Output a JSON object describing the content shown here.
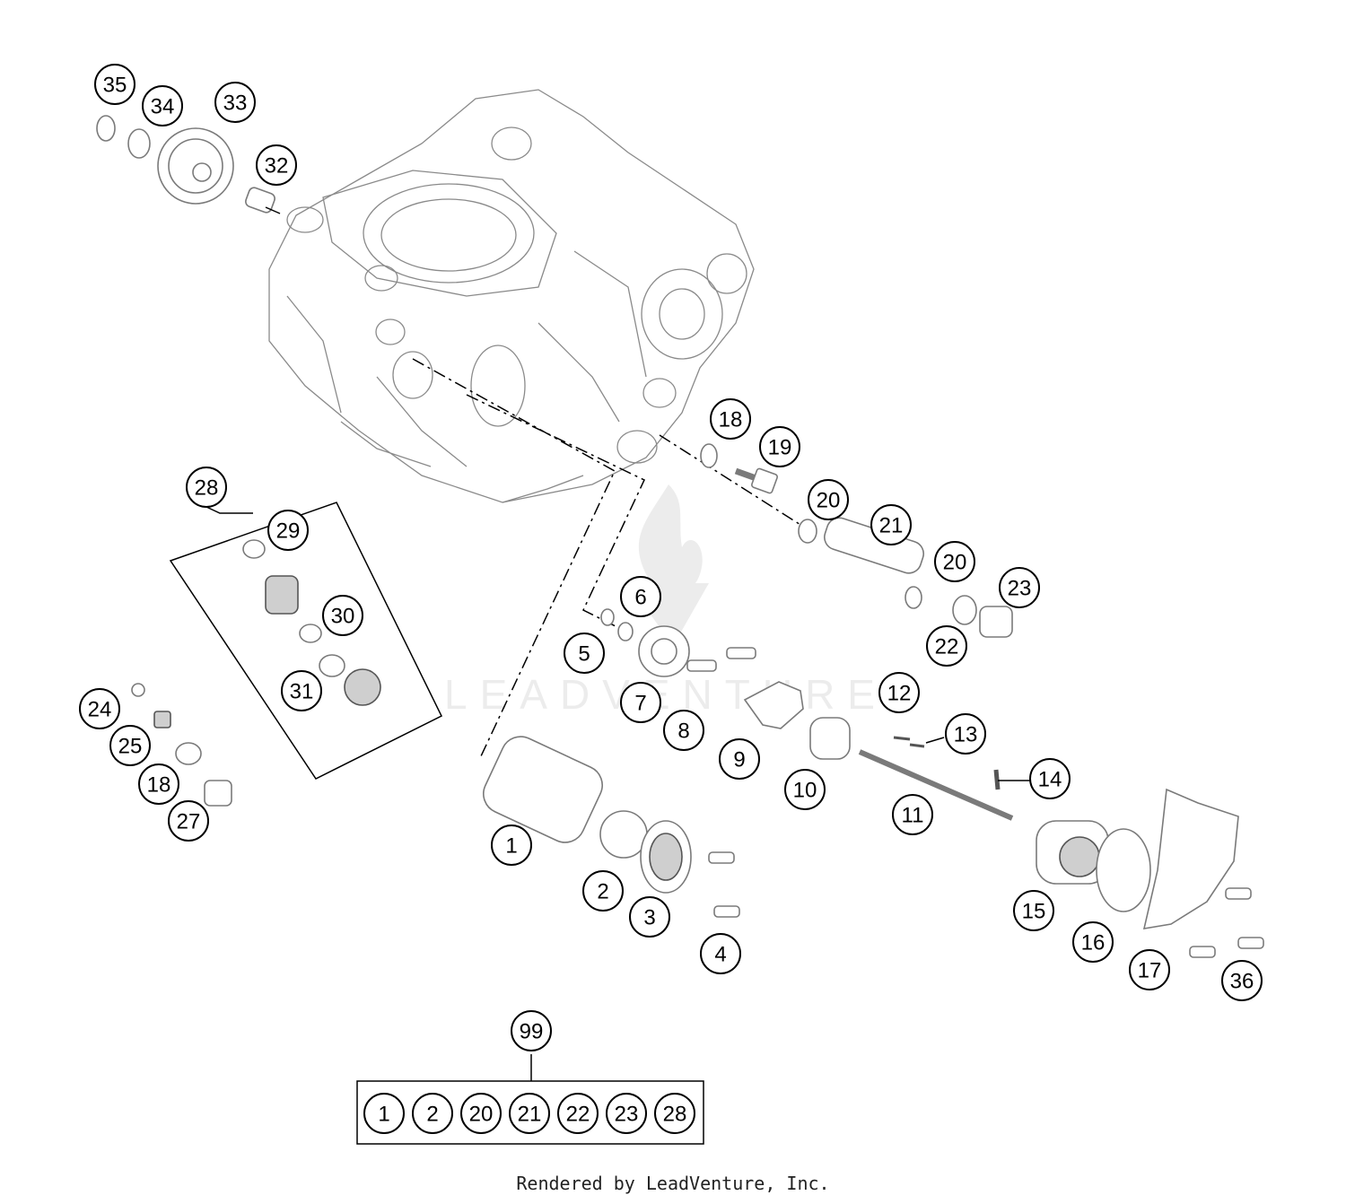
{
  "callouts": [
    {
      "id": "1",
      "label": "1"
    },
    {
      "id": "2",
      "label": "2"
    },
    {
      "id": "3",
      "label": "3"
    },
    {
      "id": "4",
      "label": "4"
    },
    {
      "id": "5",
      "label": "5"
    },
    {
      "id": "6",
      "label": "6"
    },
    {
      "id": "7",
      "label": "7"
    },
    {
      "id": "8",
      "label": "8"
    },
    {
      "id": "9",
      "label": "9"
    },
    {
      "id": "10",
      "label": "10"
    },
    {
      "id": "11",
      "label": "11"
    },
    {
      "id": "12",
      "label": "12"
    },
    {
      "id": "13",
      "label": "13"
    },
    {
      "id": "14",
      "label": "14"
    },
    {
      "id": "15",
      "label": "15"
    },
    {
      "id": "16",
      "label": "16"
    },
    {
      "id": "17",
      "label": "17"
    },
    {
      "id": "18a",
      "label": "18"
    },
    {
      "id": "18b",
      "label": "18"
    },
    {
      "id": "19",
      "label": "19"
    },
    {
      "id": "20a",
      "label": "20"
    },
    {
      "id": "20b",
      "label": "20"
    },
    {
      "id": "21",
      "label": "21"
    },
    {
      "id": "22",
      "label": "22"
    },
    {
      "id": "23",
      "label": "23"
    },
    {
      "id": "24",
      "label": "24"
    },
    {
      "id": "25",
      "label": "25"
    },
    {
      "id": "27",
      "label": "27"
    },
    {
      "id": "28",
      "label": "28"
    },
    {
      "id": "29",
      "label": "29"
    },
    {
      "id": "30",
      "label": "30"
    },
    {
      "id": "31",
      "label": "31"
    },
    {
      "id": "32",
      "label": "32"
    },
    {
      "id": "33",
      "label": "33"
    },
    {
      "id": "34",
      "label": "34"
    },
    {
      "id": "35",
      "label": "35"
    },
    {
      "id": "36",
      "label": "36"
    },
    {
      "id": "99",
      "label": "99"
    }
  ],
  "kit": {
    "label": "99",
    "items": [
      "1",
      "2",
      "20",
      "21",
      "22",
      "23",
      "28"
    ]
  },
  "watermark": "LEADVENTURE",
  "footer": "Rendered by LeadVenture, Inc."
}
